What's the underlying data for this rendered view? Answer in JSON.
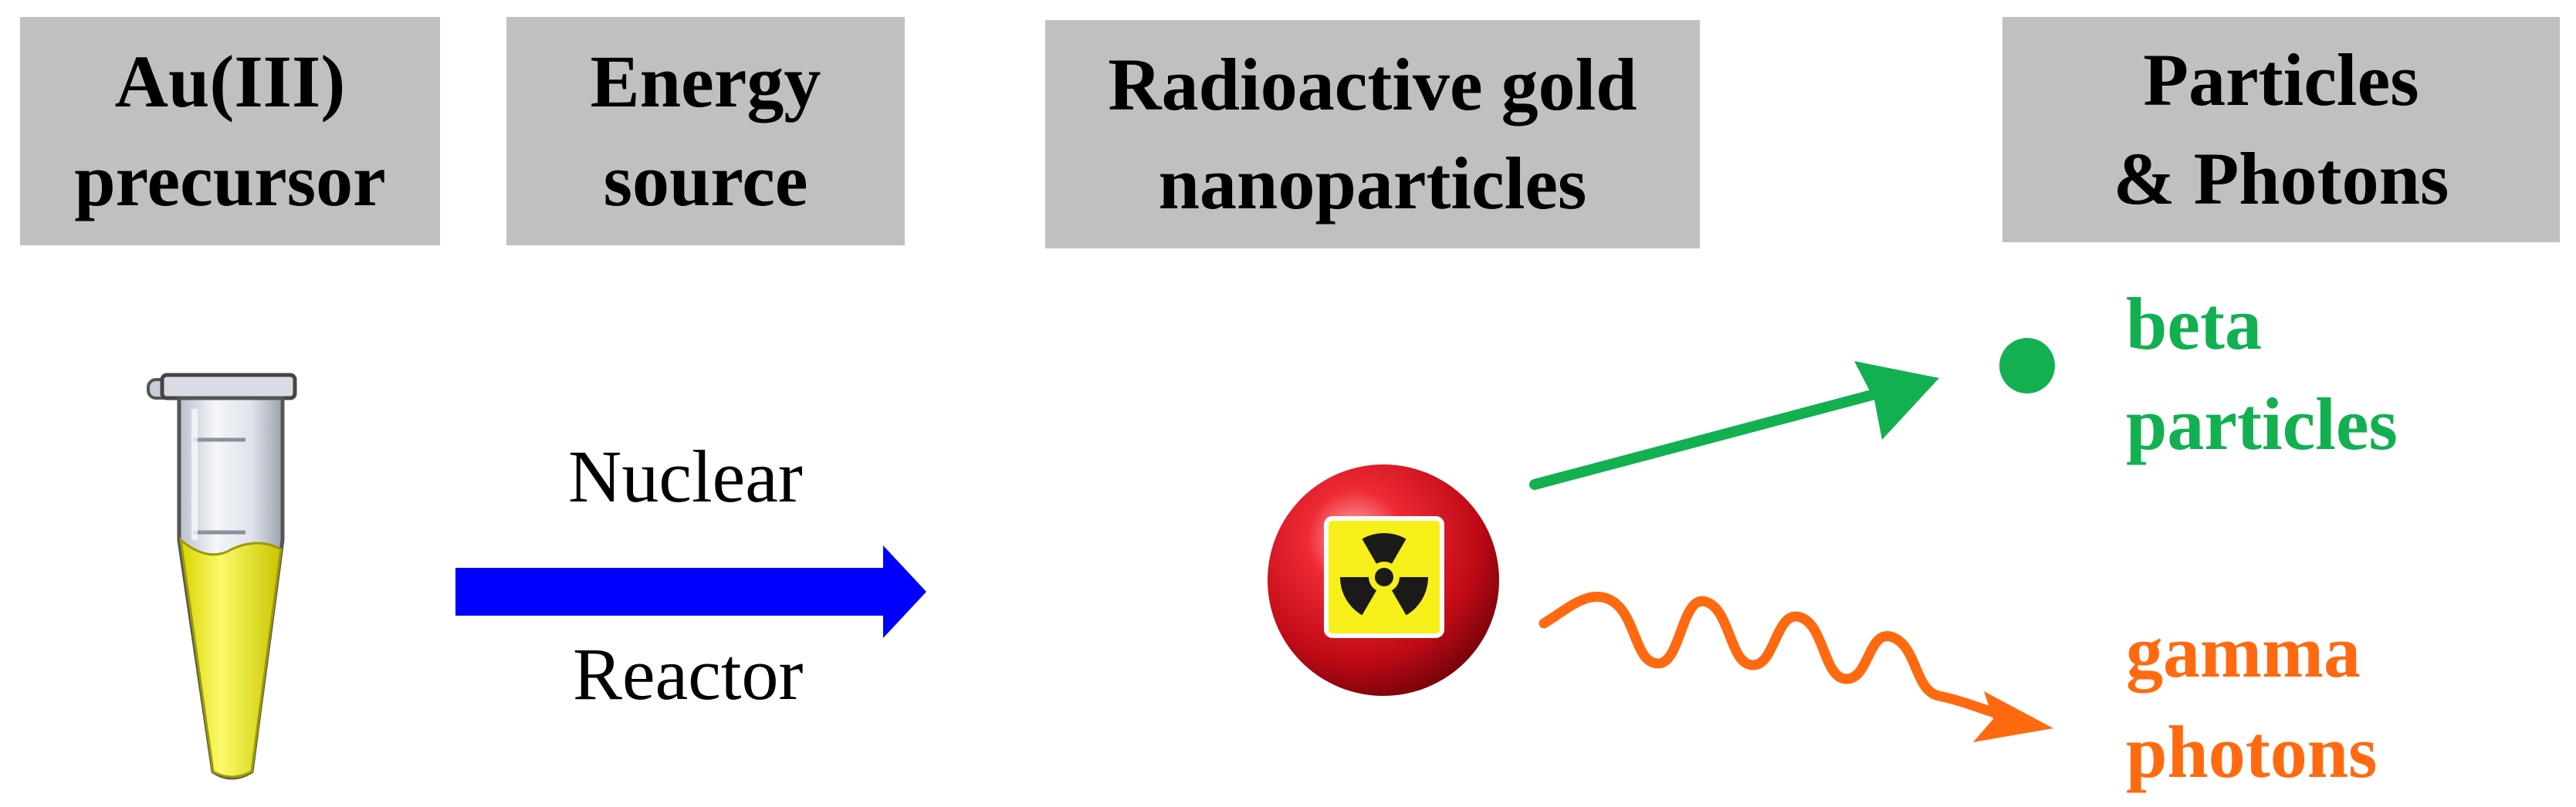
{
  "headers": [
    {
      "line1": "Au(III)",
      "line2": "precursor"
    },
    {
      "line1": "Energy",
      "line2": "source"
    },
    {
      "line1": "Radioactive gold",
      "line2": "nanoparticles"
    },
    {
      "line1": "Particles",
      "line2": "& Photons"
    }
  ],
  "process": {
    "label_top": "Nuclear",
    "label_bottom": "Reactor",
    "arrow_color": "#0000ff"
  },
  "products": {
    "beta": {
      "line1": "beta",
      "line2": "particles",
      "color": "#12b050"
    },
    "gamma": {
      "line1": "gamma",
      "line2": "photons",
      "color": "#ff6a10"
    }
  },
  "icons": {
    "tube": "microcentrifuge-tube-icon",
    "nanoparticle": "radioactive-nanoparticle-icon",
    "radiation": "radiation-trefoil-icon"
  },
  "colors": {
    "header_bg": "#c0c0c0",
    "tube_liquid": "#f2f028",
    "nanoparticle": "#d0101a"
  }
}
